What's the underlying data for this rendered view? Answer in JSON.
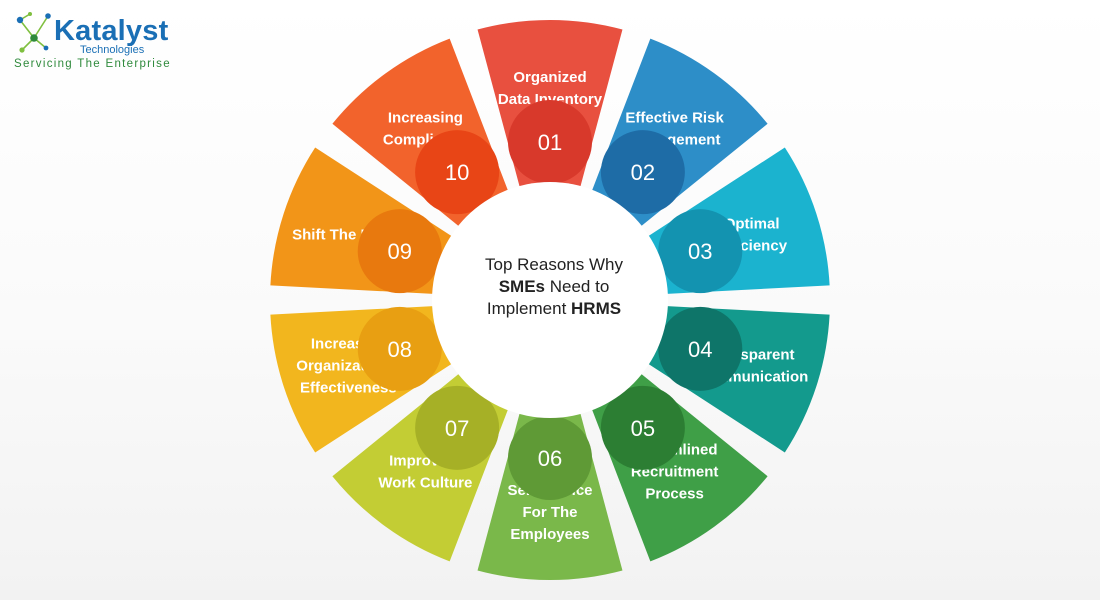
{
  "logo": {
    "name": "Katalyst",
    "sub": "Technologies",
    "tagline": "Servicing The Enterprise"
  },
  "center": {
    "line1": "Top Reasons Why",
    "line2_bold": "SMEs",
    "line2_rest": " Need to",
    "line3_rest": "Implement ",
    "line3_bold": "HRMS"
  },
  "segments": [
    {
      "number": "01",
      "label": [
        "Organized",
        "Data Inventory"
      ],
      "color": "#e8503f",
      "dark": "#d8392b"
    },
    {
      "number": "02",
      "label": [
        "Effective Risk",
        "Management"
      ],
      "color": "#2d8ec8",
      "dark": "#1e6ca6"
    },
    {
      "number": "03",
      "label": [
        "Optimal",
        "Efficiency"
      ],
      "color": "#1bb3cf",
      "dark": "#1393b0"
    },
    {
      "number": "04",
      "label": [
        "Transparent",
        "Communication"
      ],
      "color": "#139a8d",
      "dark": "#0e7569"
    },
    {
      "number": "05",
      "label": [
        "Streamlined",
        "Recruitment",
        "Process"
      ],
      "color": "#3f9f47",
      "dark": "#2c7e33"
    },
    {
      "number": "06",
      "label": [
        "Self Service",
        "For The",
        "Employees"
      ],
      "color": "#7ab84a",
      "dark": "#5f9a36"
    },
    {
      "number": "07",
      "label": [
        "Improving",
        "Work Culture"
      ],
      "color": "#c3cd34",
      "dark": "#a6b026"
    },
    {
      "number": "08",
      "label": [
        "Increasing",
        "Organizational",
        "Effectiveness"
      ],
      "color": "#f2b61e",
      "dark": "#e89f12"
    },
    {
      "number": "09",
      "label": [
        "Shift The Focus"
      ],
      "color": "#f29518",
      "dark": "#e8790e"
    },
    {
      "number": "10",
      "label": [
        "Increasing",
        "Compliance"
      ],
      "color": "#f2632c",
      "dark": "#e84516"
    }
  ]
}
